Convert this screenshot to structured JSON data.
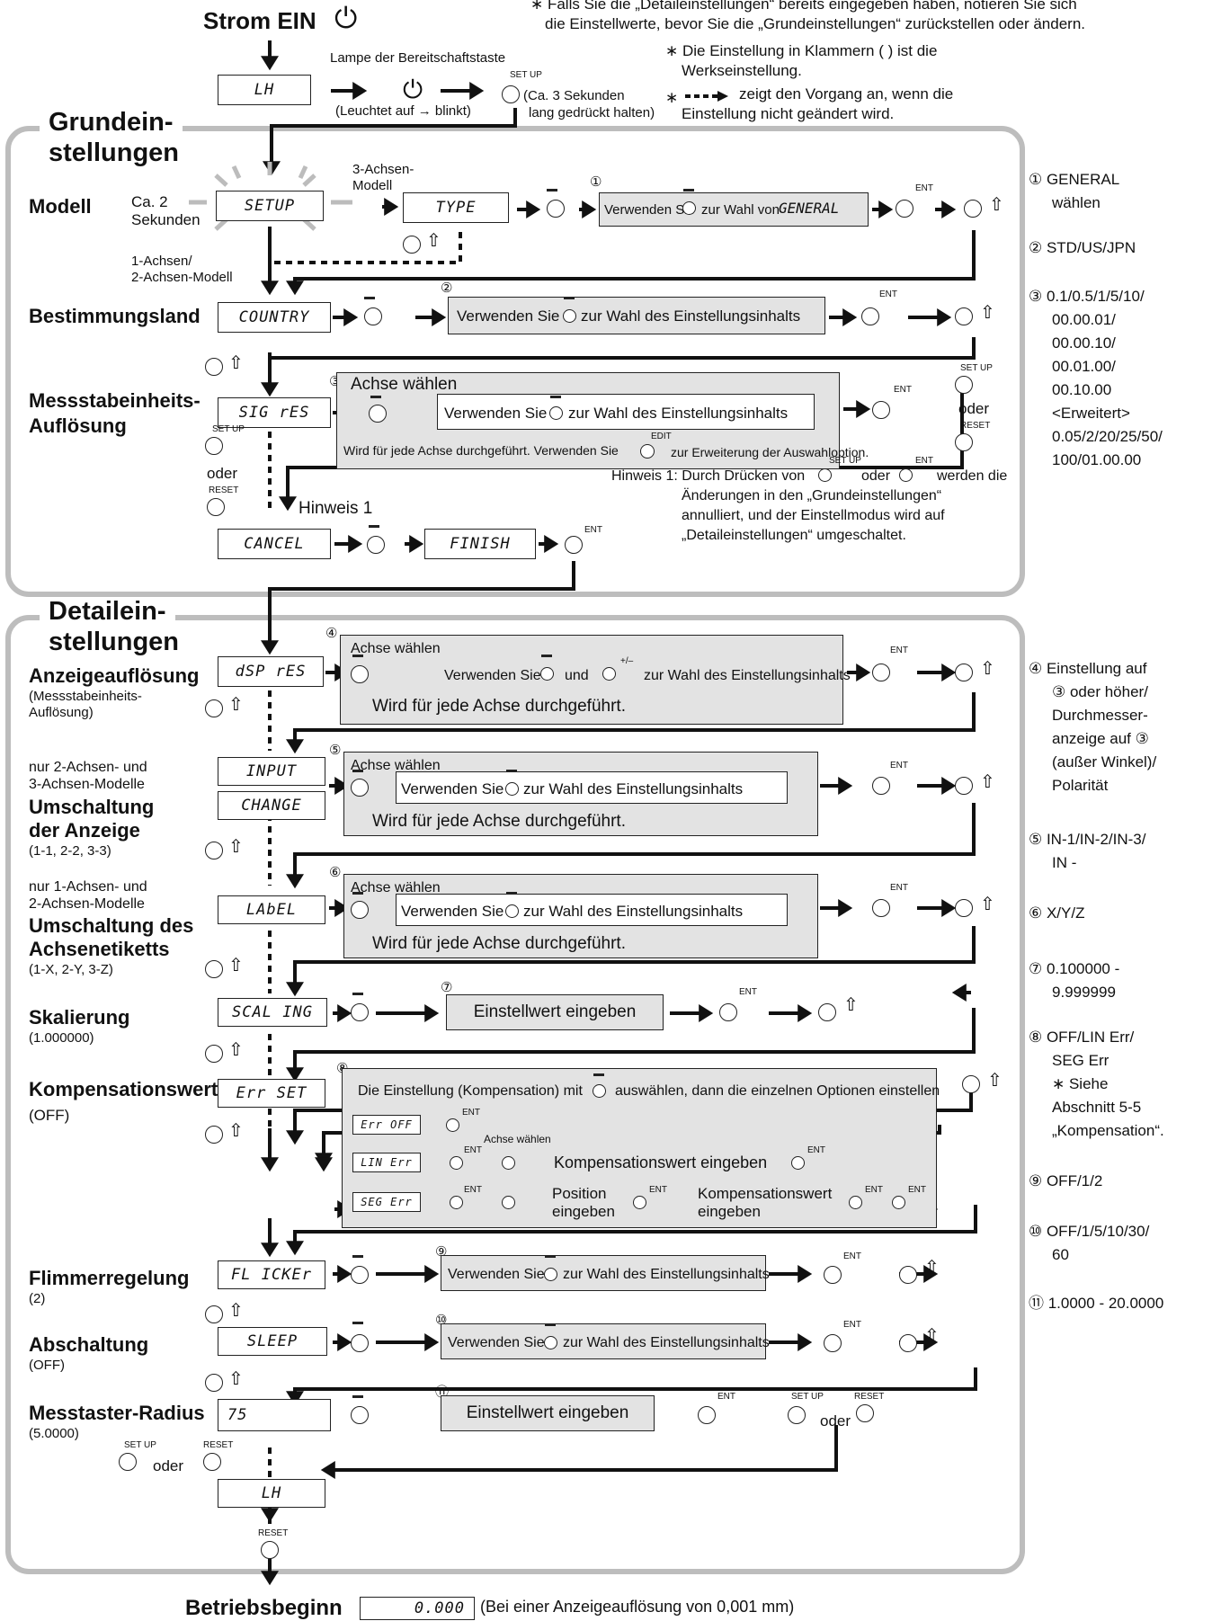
{
  "top": {
    "power_on": "Strom EIN",
    "note_star1": "∗  Falls Sie die „Detaileinstellungen“ bereits eingegeben haben, notieren Sie sich",
    "note_star1b": "die Einstellwerte, bevor Sie die „Grundeinstellungen“ zurückstellen oder ändern.",
    "note_star2": "∗  Die Einstellung in Klammern ( ) ist die",
    "note_star2b": "Werkseinstellung.",
    "note_star3": "zeigt den Vorgang an, wenn die",
    "note_star3b": "Einstellung nicht geändert wird.",
    "standby_lamp": "Lampe der Bereitschaftstaste",
    "lights_blinks": "(Leuchtet auf → blinkt)",
    "hold3": "(Ca. 3 Sekunden",
    "hold3b": "lang gedrückt halten)",
    "lh": "LH"
  },
  "basic": {
    "title_1": "Grundein-",
    "title_2": "stellungen",
    "modell": "Modell",
    "ca2_1": "Ca. 2",
    "ca2_2": "Sekunden",
    "setup": "SETUP",
    "axis3_1": "3-Achsen-",
    "axis3_2": "Modell",
    "type": "TYPE",
    "select_general_pre": "Verwenden Sie",
    "select_general_mid": "zur Wahl von",
    "general": "GENERAL",
    "axis12_1": "1-Achsen/",
    "axis12_2": "2-Achsen-Modell",
    "country_label": "Bestimmungsland",
    "country": "COUNTRY",
    "use_pre": "Verwenden Sie",
    "use_post": "zur Wahl des Einstellungsinhalts",
    "scale_label_1": "Messstabeinheits-",
    "scale_label_2": "Auflösung",
    "sig_res": "SIG rES",
    "axis_select": "Achse wählen",
    "each_axis_edit_pre": "Wird für jede Achse durchgeführt. Verwenden Sie",
    "each_axis_edit_post": "zur Erweiterung der Auswahloption.",
    "oder": "oder",
    "hinweis1": "Hinweis 1",
    "cancel": "CANCEL",
    "finish": "FINISH",
    "hint_line1_pre": "Hinweis 1: Durch Drücken von",
    "hint_line1_mid": "oder",
    "hint_line1_post": "werden die",
    "hint_line2": "Änderungen in den „Grundeinstellungen“",
    "hint_line3": "annulliert, und der Einstellmodus wird auf",
    "hint_line4": "„Detaileinstellungen“ umgeschaltet."
  },
  "detail": {
    "title_1": "Detailein-",
    "title_2": "stellungen",
    "disp_res_label": "Anzeigeauflösung",
    "disp_res_sub1": "(Messstabeinheits-",
    "disp_res_sub2": "Auflösung)",
    "dsp_res": "dSP rES",
    "und": "und",
    "each_axis": "Wird für jede Achse durchgeführt.",
    "only23_1": "nur 2-Achsen- und",
    "only23_2": "3-Achsen-Modelle",
    "switch_disp_1": "Umschaltung",
    "switch_disp_2": "der Anzeige",
    "switch_disp_sub": "(1-1, 2-2, 3-3)",
    "input": "INPUT",
    "change": "CHANGE",
    "only12_1": "nur 1-Achsen- und",
    "only12_2": "2-Achsen-Modelle",
    "switch_label_1": "Umschaltung des",
    "switch_label_2": "Achsenetiketts",
    "switch_label_sub": "(1-X, 2-Y, 3-Z)",
    "label": "LAbEL",
    "scaling_label": "Skalierung",
    "scaling_sub": "(1.000000)",
    "scaling": "SCAL ING",
    "enter_value": "Einstellwert eingeben",
    "comp_label": "Kompensationswert",
    "comp_sub": "(OFF)",
    "err_set": "Err SET",
    "comp_intro_pre": "Die Einstellung (Kompensation) mit",
    "comp_intro_post": "auswählen, dann die einzelnen Optionen einstellen",
    "err_off": "Err OFF",
    "lin_err": "LIN Err",
    "seg_err": "SEG Err",
    "enter_comp": "Kompensationswert eingeben",
    "position_1": "Position",
    "position_2": "eingeben",
    "comp_1": "Kompensationswert",
    "comp_2": "eingeben",
    "flicker_label": "Flimmerregelung",
    "flicker_sub": "(2)",
    "flicker": "FL ICKEr",
    "sleep_label": "Abschaltung",
    "sleep_sub": "(OFF)",
    "sleep": "SLEEP",
    "radius_label": "Messtaster-Radius",
    "radius_sub": "(5.0000)",
    "radius": "75",
    "lh": "LH",
    "ent": "ENT",
    "set_up": "SET UP",
    "reset": "RESET",
    "edit": "EDIT",
    "plusminus": "+/–"
  },
  "bottom": {
    "start": "Betriebsbeginn",
    "value": "0.000",
    "note": "(Bei einer Anzeigeauflösung von 0,001 mm)"
  },
  "side_notes": {
    "n1": "① GENERAL",
    "n1b": "wählen",
    "n2": "② STD/US/JPN",
    "n3": [
      "③ 0.1/0.5/1/5/10/",
      "00.00.01/",
      "00.00.10/",
      "00.01.00/",
      "00.10.00",
      "<Erweitert>",
      "0.05/2/20/25/50/",
      "100/01.00.00"
    ],
    "n4": [
      "④ Einstellung auf",
      "③ oder höher/",
      "Durchmesser-",
      "anzeige auf ③",
      "(außer Winkel)/",
      "Polarität"
    ],
    "n5": [
      "⑤ IN-1/IN-2/IN-3/",
      "IN -"
    ],
    "n6": "⑥ X/Y/Z",
    "n7": [
      "⑦ 0.100000 -",
      "9.999999"
    ],
    "n8": [
      "⑧ OFF/LIN Err/",
      "SEG Err",
      "∗ Siehe",
      "Abschnitt 5-5",
      "„Kompensation“."
    ],
    "n9": "⑨ OFF/1/2",
    "n10": [
      "⑩ OFF/1/5/10/30/",
      "60"
    ],
    "n11": "⑪ 1.0000 - 20.0000"
  },
  "colors": {
    "panel_border": "#bdbdbd",
    "gray_box": "#e3e3e3",
    "ink": "#111111"
  }
}
